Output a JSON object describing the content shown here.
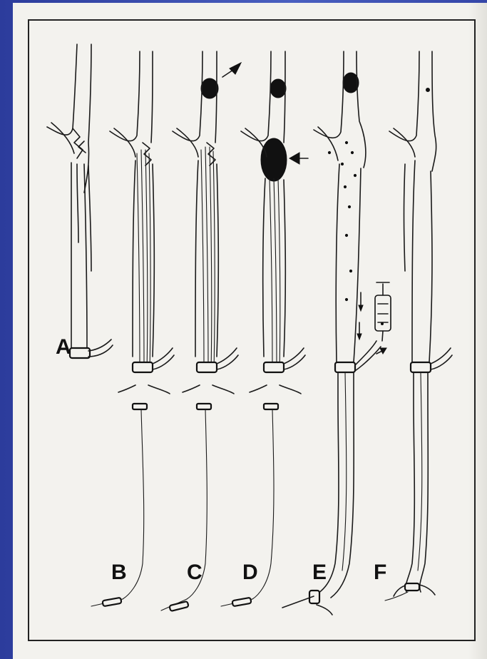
{
  "figure": {
    "panels": [
      {
        "label": "A"
      },
      {
        "label": "B"
      },
      {
        "label": "C"
      },
      {
        "label": "D"
      },
      {
        "label": "E"
      },
      {
        "label": "F"
      }
    ]
  },
  "colors": {
    "background": "#3546a8",
    "paper": "#f3f2ee",
    "ink": "#111111"
  }
}
